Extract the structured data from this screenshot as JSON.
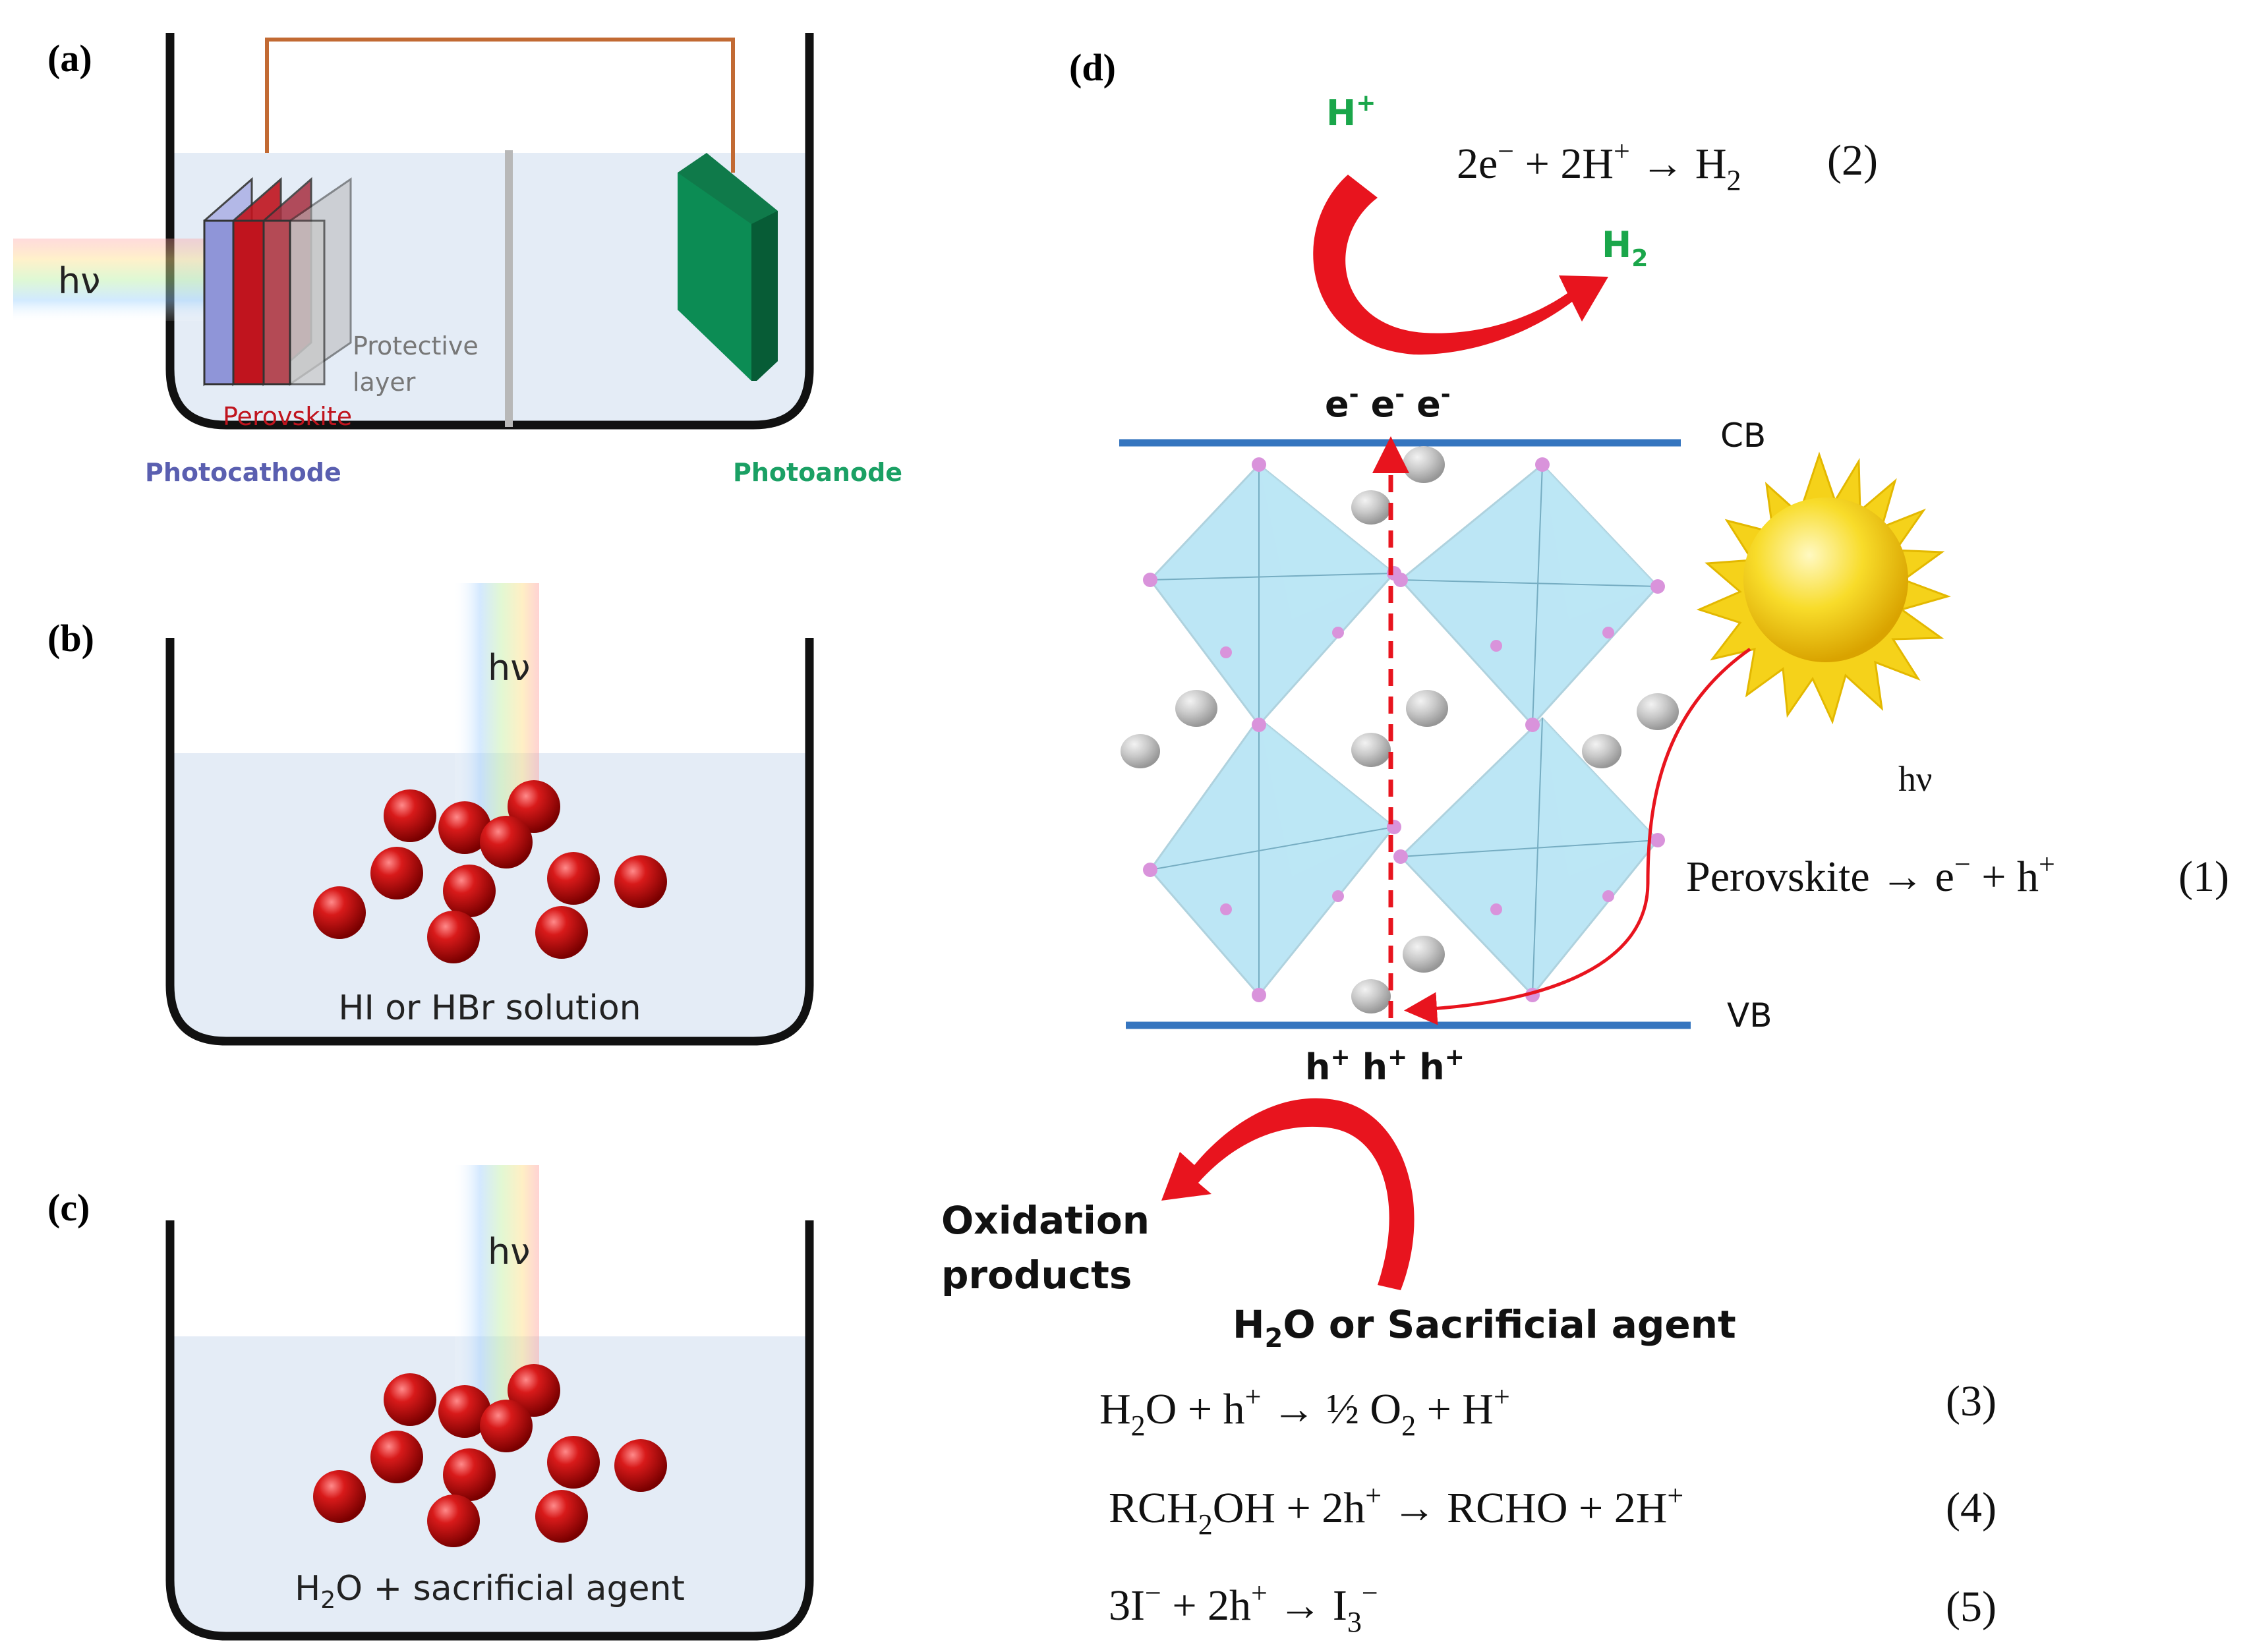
{
  "panels": {
    "a": {
      "label": "(a)",
      "hv": "hν",
      "protective_layer": [
        "Protective",
        "layer"
      ],
      "perovskite": "Perovskite",
      "photocathode": "Photocathode",
      "photoanode": "Photoanode"
    },
    "b": {
      "label": "(b)",
      "hv": "hν",
      "solution": "HI or HBr solution"
    },
    "c": {
      "label": "(c)",
      "hv": "hν",
      "solution_parts": [
        "H",
        "2",
        "O + sacrificial agent"
      ]
    },
    "d": {
      "label": "(d)",
      "h_plus": [
        "H",
        "+"
      ],
      "h2": [
        "H",
        "2"
      ],
      "electrons": [
        "e",
        "-",
        "e",
        "-",
        "e",
        "-"
      ],
      "holes": [
        "h",
        "+",
        "h",
        "+",
        "h",
        "+"
      ],
      "cb": "CB",
      "vb": "VB",
      "hv": "hν",
      "oxidation_products": [
        "Oxidation",
        "products"
      ],
      "agent_parts": [
        "H",
        "2",
        "O or Sacrificial agent"
      ],
      "equations": {
        "eq1": {
          "text": "Perovskite → e",
          "sup1": "−",
          "mid": " + h",
          "sup2": "+",
          "num": "(1)"
        },
        "eq2": {
          "a": "2e",
          "sup1": "−",
          "b": " + 2H",
          "sup2": "+",
          "c": " → H",
          "sub": "2",
          "num": "(2)"
        },
        "eq3": {
          "a": "H",
          "sub1": "2",
          "b": "O + h",
          "sup1": "+",
          "c": " → ½ O",
          "sub2": "2",
          "d": " + H",
          "sup2": "+",
          "num": "(3)"
        },
        "eq4": {
          "a": "RCH",
          "sub1": "2",
          "b": "OH + 2h",
          "sup1": "+",
          "c": " → RCHO + 2H",
          "sup2": "+",
          "num": "(4)"
        },
        "eq5": {
          "a": "3I",
          "sup1": "−",
          "b": " + 2h",
          "sup2": "+",
          "c": " → I",
          "sub1": "3",
          "sup3": "−",
          "num": "(5)"
        }
      }
    }
  },
  "colors": {
    "water": "#e4ecf6",
    "beaker": "#111111",
    "wire": "#c26a33",
    "perovskite_red": "#c0141e",
    "photocathode_blue": "#6a6fc0",
    "photoanode_green": "#0a8a5a",
    "band_line": "#3575bf",
    "arrow_red": "#e8141e",
    "label_green": "#1aa64a",
    "octahedron": "#8fd6ee",
    "sun": "#f5d21a"
  }
}
